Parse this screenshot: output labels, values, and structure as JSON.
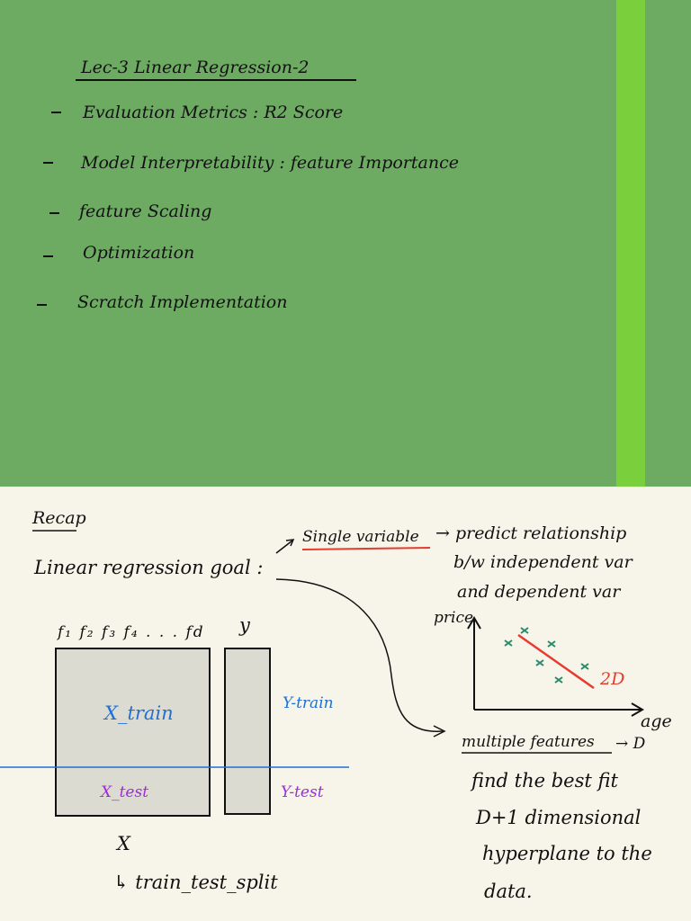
{
  "slide": {
    "title": "Lec-3 Linear Regression-2",
    "bullets": [
      "Evaluation Metrics : R2 Score",
      "Model Interpretability : feature Importance",
      "feature Scaling",
      "Optimization",
      "Scratch Implementation"
    ],
    "colors": {
      "background": "#6dab63",
      "accent_bar": "#79d03c"
    }
  },
  "notes": {
    "recap": "Recap",
    "goal": "Linear regression goal :",
    "features": "f₁ f₂ f₃ f₄ . . . fd",
    "y_label": "y",
    "x_train": "X_train",
    "x_test": "X_test",
    "y_train": "Y-train",
    "y_test": "Y-test",
    "x_label": "X",
    "split_note": "↳ train_test_split",
    "single_variable": "Single variable",
    "predict_line1": "→ predict relationship",
    "predict_line2": "b/w independent var",
    "predict_line3": "and dependent var",
    "axis_price": "price",
    "axis_age": "age",
    "label_2d": "2D",
    "multiple_features": "multiple features",
    "arrow_d": "→ D",
    "best_fit_1": "find the best fit",
    "best_fit_2": "D+1 dimensional",
    "best_fit_3": "hyperplane to the",
    "best_fit_4": "data.",
    "colors": {
      "ink": "#111111",
      "blue": "#1e6fd8",
      "purple": "#a02cd9",
      "red": "#e63b2e",
      "teal": "#2a8a6a"
    }
  }
}
